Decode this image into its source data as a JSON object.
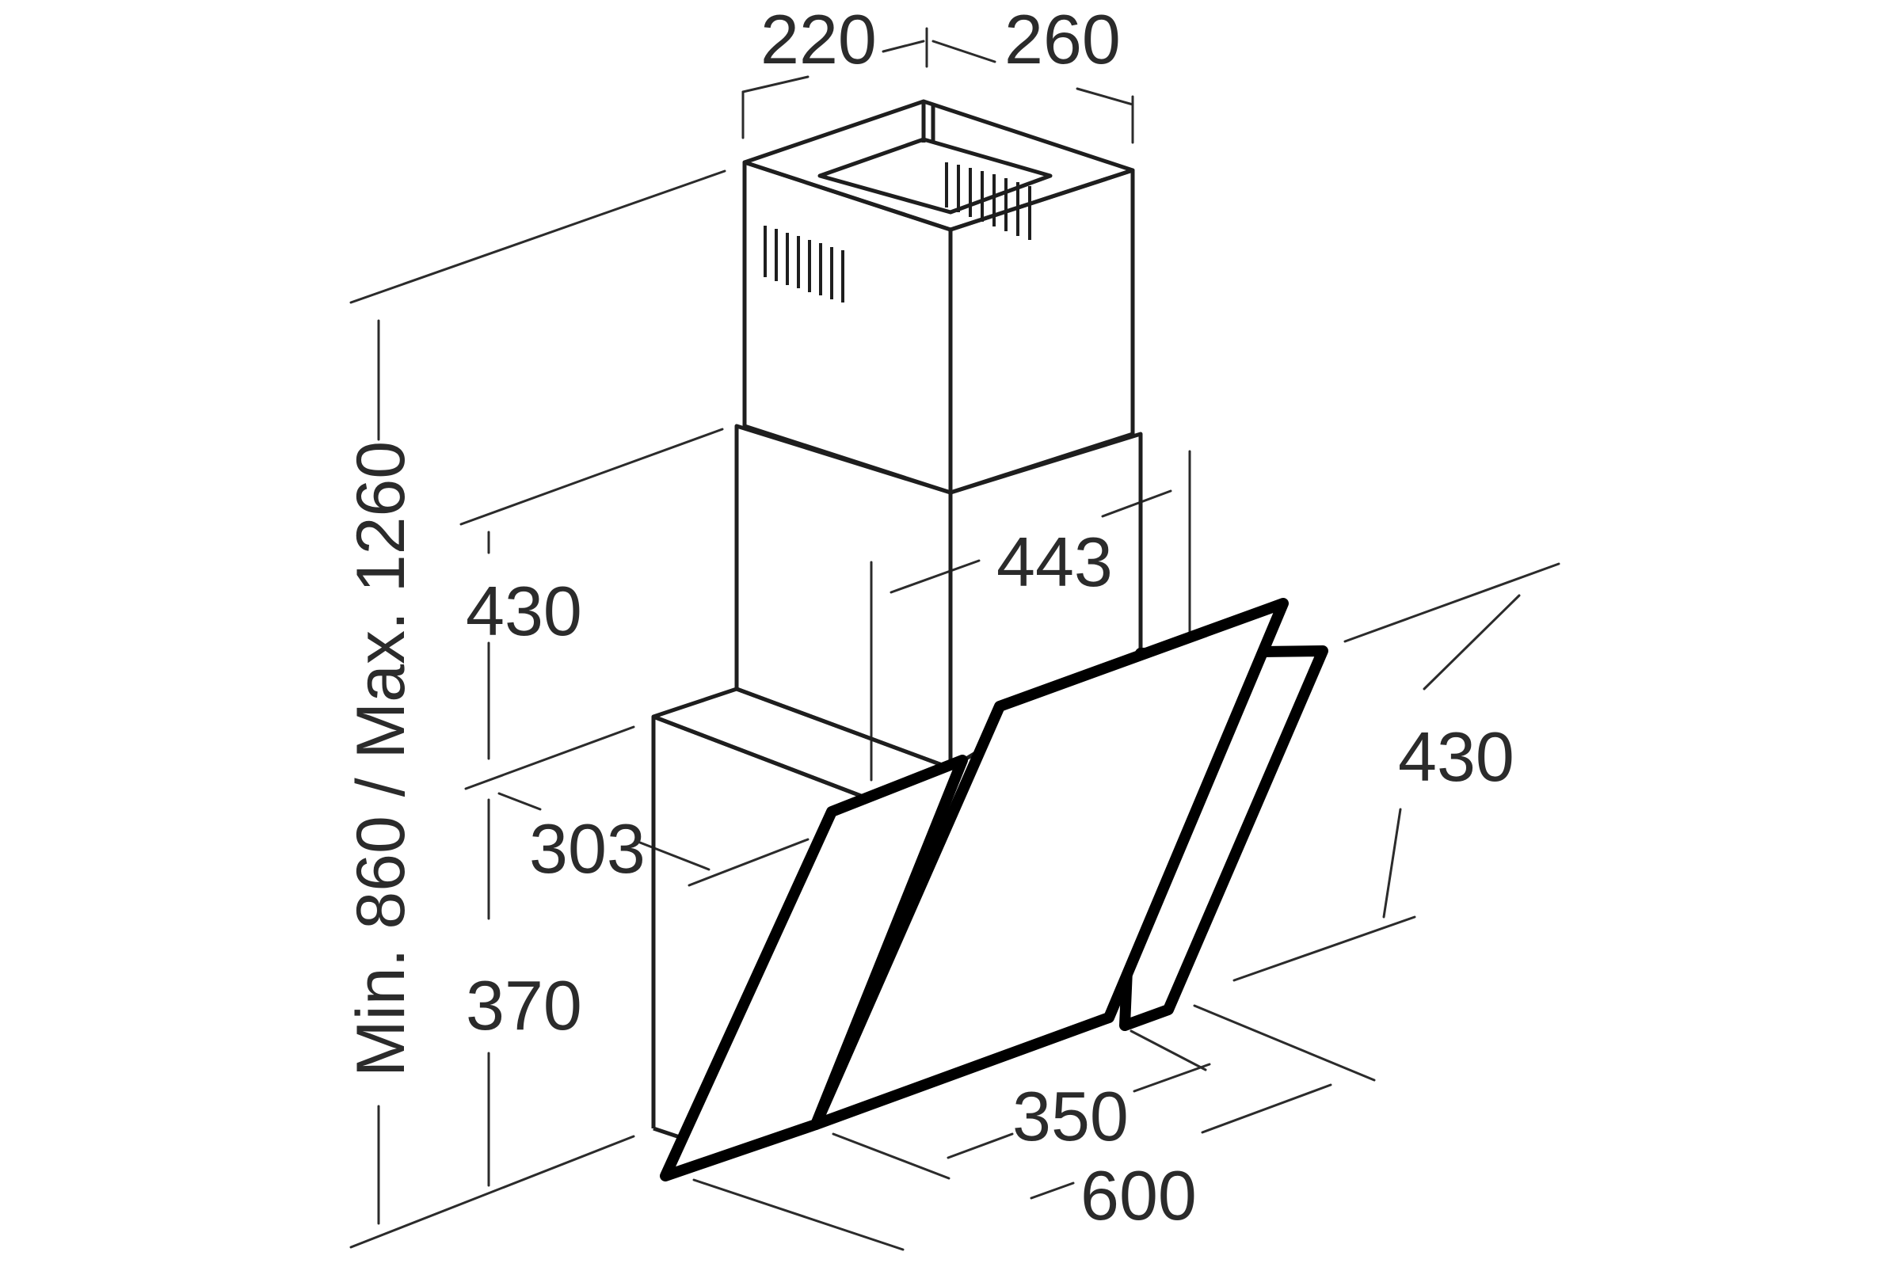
{
  "dimensions": {
    "chimney_width_left": "220",
    "chimney_width_right": "260",
    "total_height": "Min. 860 / Max. 1260",
    "upper_chimney_height": "430",
    "chimney_depth": "443",
    "lower_body_depth": "303",
    "lower_body_height": "370",
    "glass_panel_height": "430",
    "front_panel_width": "350",
    "overall_width": "600"
  }
}
